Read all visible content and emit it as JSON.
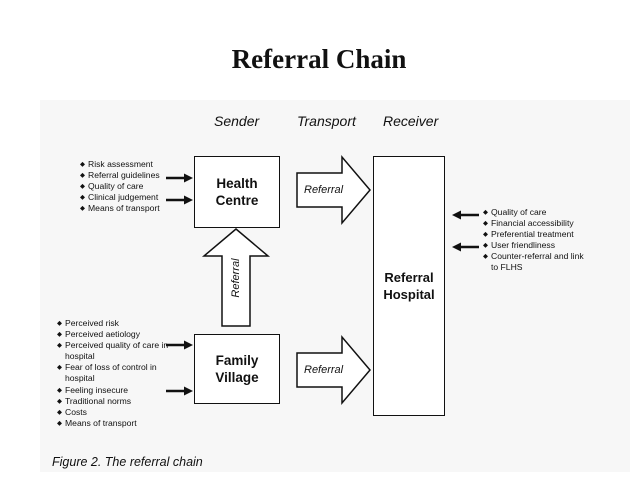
{
  "title": "Referral Chain",
  "headers": {
    "sender": "Sender",
    "transport": "Transport",
    "receiver": "Receiver"
  },
  "boxes": {
    "health_centre": "Health Centre",
    "family_village": "Family Village",
    "referral_hospital": "Referral Hospital"
  },
  "arrow_labels": {
    "top": "Referral",
    "bottom": "Referral",
    "vertical": "Referral"
  },
  "lists": {
    "health_centre_factors": [
      "Risk assessment",
      "Referral guidelines",
      "Quality of care",
      "Clinical judgement",
      "Means of transport"
    ],
    "village_factors": [
      "Perceived risk",
      "Perceived aetiology",
      "Perceived quality of care in hospital",
      "Fear of loss of control in hospital",
      "Feeling insecure",
      "Traditional norms",
      "Costs",
      "Means of transport"
    ],
    "hospital_factors": [
      "Quality of care",
      "Financial accessibility",
      "Preferential treatment",
      "User friendliness",
      "Counter-referral and link to FLHS"
    ]
  },
  "caption": "Figure 2. The referral chain"
}
